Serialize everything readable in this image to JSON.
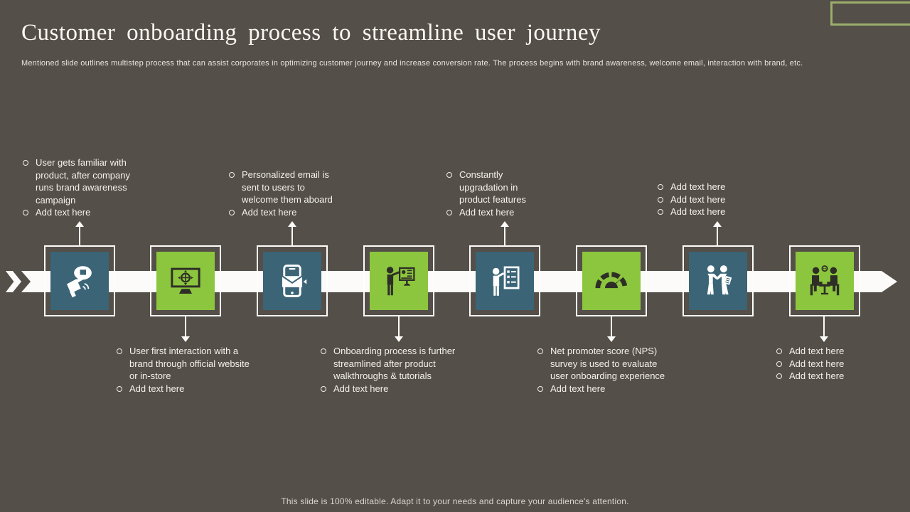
{
  "slide": {
    "title": "Customer onboarding process to streamline user journey",
    "subtitle": "Mentioned slide outlines multistep process that can assist corporates in optimizing customer journey and increase conversion rate. The process begins with brand awareness, welcome email, interaction with brand, etc.",
    "footer": "This slide is 100% editable. Adapt it to your needs and capture your audience's attention."
  },
  "colors": {
    "background": "#544f48",
    "step_blue": "#3b6477",
    "step_green": "#8cc63e",
    "timeline_white": "#fcfbf9",
    "corner_accent_green": "#9cae6b",
    "dark_glyph": "#2e2e26"
  },
  "timeline": {
    "direction": "left-to-right",
    "step_count": 8
  },
  "steps": [
    {
      "name": "brand-awareness",
      "color": "blue",
      "text_position": "top",
      "icon": "megaphone-announcement-icon",
      "bullets": [
        "User gets familiar with product, after company runs brand awareness campaign",
        "Add text here"
      ]
    },
    {
      "name": "first-interaction",
      "color": "green",
      "text_position": "bottom",
      "icon": "monitor-target-icon",
      "bullets": [
        "User first interaction with a brand through official website or in-store",
        "Add text here"
      ]
    },
    {
      "name": "welcome-email",
      "color": "blue",
      "text_position": "top",
      "icon": "smartphone-email-icon",
      "bullets": [
        "Personalized email is sent to users to welcome them aboard",
        "Add text here"
      ]
    },
    {
      "name": "product-walkthroughs",
      "color": "green",
      "text_position": "bottom",
      "icon": "presenter-training-icon",
      "bullets": [
        "Onboarding process is further streamlined after product walkthroughs & tutorials",
        "Add text here"
      ]
    },
    {
      "name": "product-upgradation",
      "color": "blue",
      "text_position": "top",
      "icon": "person-checklist-icon",
      "bullets": [
        "Constantly upgradation in product features",
        "Add text here"
      ]
    },
    {
      "name": "nps-survey",
      "color": "green",
      "text_position": "bottom",
      "icon": "gauge-speedometer-icon",
      "bullets": [
        "Net promoter score (NPS) survey is used to evaluate user onboarding experience",
        "Add text here"
      ]
    },
    {
      "name": "handshake-agreement",
      "color": "blue",
      "text_position": "top",
      "icon": "handshake-people-icon",
      "bullets": [
        "Add text here",
        "Add text here",
        "Add text here"
      ]
    },
    {
      "name": "meeting-discussion",
      "color": "green",
      "text_position": "bottom",
      "icon": "meeting-discussion-icon",
      "bullets": [
        "Add text here",
        "Add text here",
        "Add text here"
      ]
    }
  ]
}
